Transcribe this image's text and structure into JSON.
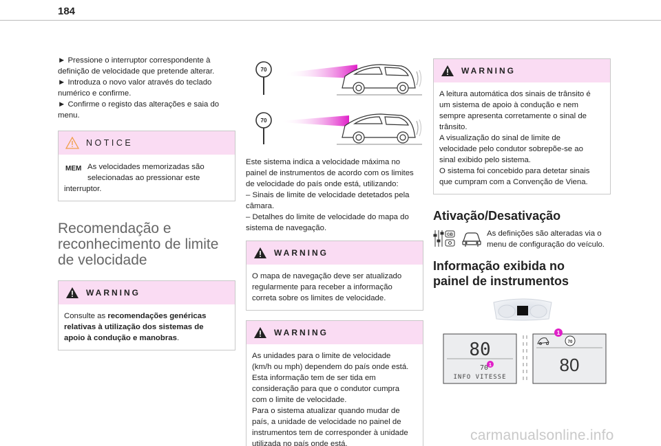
{
  "page": {
    "number": "184"
  },
  "col1": {
    "intro_lines": [
      "► Pressione o interruptor correspondente à",
      "definição de velocidade que pretende alterar.",
      "► Introduza o novo valor através do teclado",
      "numérico e confirme.",
      "► Confirme o registo das alterações e saia do",
      "menu."
    ],
    "notice": {
      "title": "NOTICE",
      "key_label": "MEM",
      "lines": [
        "As velocidades memorizadas são",
        "selecionadas ao pressionar este",
        "interruptor."
      ]
    },
    "section_title_lines": [
      "Recomendação e",
      "reconhecimento de limite",
      "de velocidade"
    ],
    "warning": {
      "title": "WARNING",
      "text_prefix": "Consulte as ",
      "text_bold_lines": [
        "recomendações genéricas",
        "relativas à utilização dos sistemas de",
        "apoio à condução e manobras"
      ],
      "text_suffix": "."
    }
  },
  "col2": {
    "sign_value_1": "70",
    "sign_value_2": "70",
    "description_lines": [
      "Este sistema indica a velocidade máxima no",
      "painel de instrumentos de acordo com os limites",
      "de velocidade do país onde está, utilizando:",
      "– Sinais de limite de velocidade detetados pela",
      "câmara.",
      "– Detalhes do limite de velocidade do mapa do",
      "sistema de navegação."
    ],
    "warning1": {
      "title": "WARNING",
      "lines": [
        "O mapa de navegação deve ser atualizado",
        "regularmente para receber a informação",
        "correta sobre os limites de velocidade."
      ]
    },
    "warning2": {
      "title": "WARNING",
      "lines": [
        "As unidades para o limite de velocidade",
        "(km/h ou mph) dependem do país onde está.",
        "Esta informação tem de ser tida em",
        "consideração para que o condutor cumpra",
        "com o limite de velocidade.",
        "Para o sistema atualizar quando mudar de",
        "país, a unidade de velocidade no painel de",
        "instrumentos tem de corresponder à unidade",
        "utilizada no país onde está."
      ]
    }
  },
  "col3": {
    "warning": {
      "title": "WARNING",
      "lines": [
        "A leitura automática dos sinais de trânsito é",
        "um sistema de apoio à condução e nem",
        "sempre apresenta corretamente o sinal de",
        "trânsito.",
        "A visualização do sinal de limite de",
        "velocidade pelo condutor sobrepõe-se ao",
        "sinal exibido pelo sistema.",
        "O sistema foi concebido para detetar sinais",
        "que cumpram com a Convenção de Viena."
      ]
    },
    "activation": {
      "title": "Ativação/Desativação",
      "lines": [
        "As definições são alteradas via o",
        "menu de configuração do veículo."
      ]
    },
    "display": {
      "title_lines": [
        "Informação exibida no",
        "painel de instrumentos"
      ],
      "panel1_speed": "80",
      "panel1_small": "70",
      "panel1_caption": "INFO VITESSE",
      "panel2_sign": "70",
      "panel2_speed": "80",
      "callout": "1"
    }
  },
  "colors": {
    "warning_header": "#fadcf3",
    "accent_magenta": "#e020c8",
    "box_border": "#c8c8c8"
  },
  "watermark": "carmanualsonline.info"
}
